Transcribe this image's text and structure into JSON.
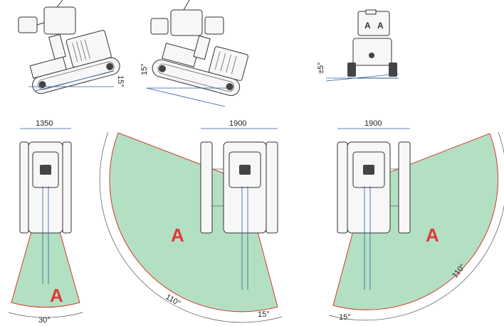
{
  "side_views": {
    "slope_1": "15°",
    "slope_2": "15°",
    "slope_3": "±5°"
  },
  "plan_views": [
    {
      "width_label": "1350",
      "area_label": "A",
      "angle_label": "30°"
    },
    {
      "width_label": "1900",
      "area_label": "A",
      "angle_main": "110°",
      "angle_side": "15°"
    },
    {
      "width_label": "1900",
      "area_label": "A",
      "angle_main": "110°",
      "angle_side": "15°"
    }
  ],
  "colors": {
    "zone_fill": "#a6dbb9",
    "zone_edge": "#d23a2a",
    "area_letter": "#e03a3a",
    "dimension_line": "#2a5da8"
  }
}
